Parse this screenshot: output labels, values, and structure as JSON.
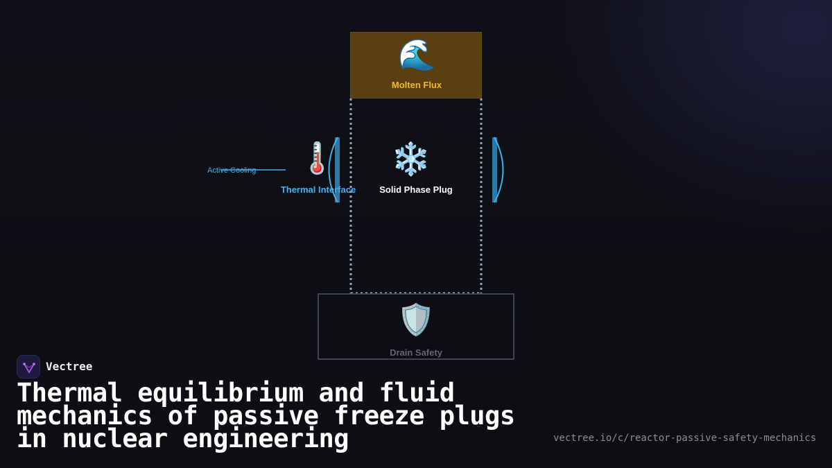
{
  "diagram": {
    "molten": {
      "icon": "🌊",
      "icon_name": "wave-icon",
      "label": "Molten Flux"
    },
    "plug": {
      "icon": "❄️",
      "icon_name": "snowflake-icon",
      "label": "Solid Phase Plug"
    },
    "thermal": {
      "icon": "🌡️",
      "icon_name": "thermometer-icon",
      "label": "Thermal Interface"
    },
    "cooling": {
      "label": "Active Cooling"
    },
    "drain": {
      "icon": "🛡️",
      "icon_name": "shield-icon",
      "label": "Drain Safety"
    }
  },
  "brand": {
    "name": "Vectree",
    "logo_icon": "vectree-logo-icon"
  },
  "headline": "Thermal equilibrium and fluid mechanics of passive freeze plugs in nuclear engineering",
  "url": "vectree.io/c/reactor-passive-safety-mechanics",
  "colors": {
    "molten_fill": "#5a3f11",
    "molten_text": "#f3b928",
    "cooling_blue": "#3cb4ee",
    "drain_border": "#3b4556",
    "pipe_dots": "#9aa3b5",
    "background": "#0e0e14"
  }
}
